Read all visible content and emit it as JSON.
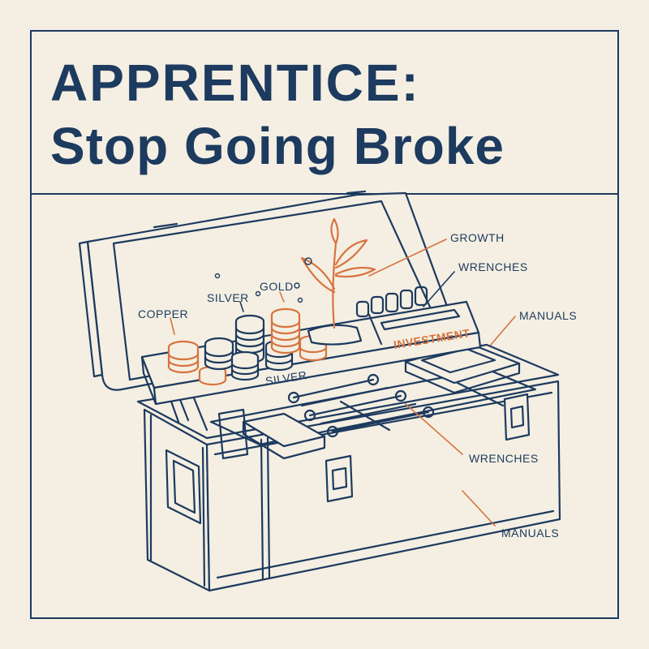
{
  "title": {
    "line1": "APPRENTICE:",
    "line2": "Stop Going Broke"
  },
  "callouts": {
    "growth": "GROWTH",
    "wrenches_top": "WRENCHES",
    "manuals_top": "MANUALS",
    "wrenches_bottom": "WRENCHES",
    "manuals_bottom": "MANUALS",
    "investment": "INVESTMENT"
  },
  "coin_labels": {
    "copper": "COPPER",
    "silver": "SILVER",
    "gold": "GOLD"
  },
  "tray_label": "SILVER",
  "colors": {
    "ink": "#1d3a5f",
    "accent": "#d8733f",
    "paper": "#f4efe2"
  }
}
